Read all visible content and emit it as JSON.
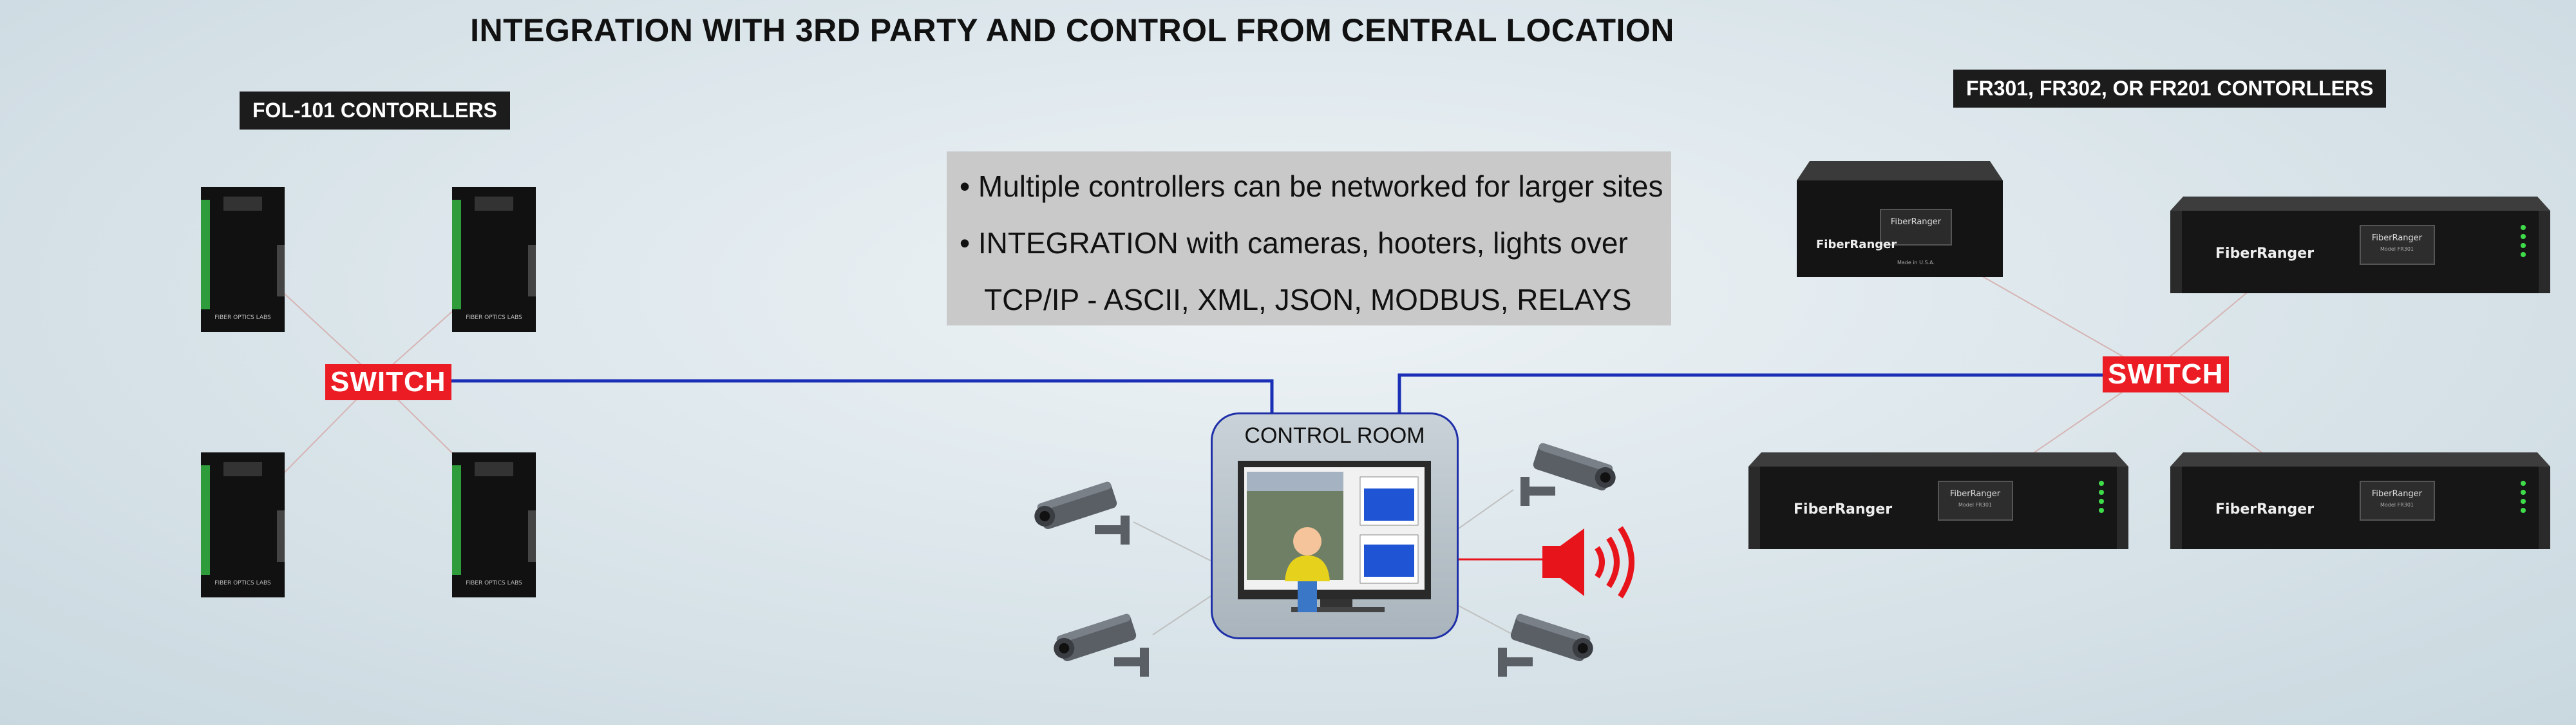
{
  "title": "INTEGRATION WITH 3RD PARTY AND CONTROL FROM CENTRAL LOCATION",
  "left_group": {
    "label": "FOL-101 CONTORLLERS",
    "switch_label": "SWITCH"
  },
  "right_group": {
    "label": "FR301, FR302, OR FR201 CONTORLLERS",
    "switch_label": "SWITCH"
  },
  "bullets": [
    {
      "line": "Multiple controllers can be networked for larger sites"
    },
    {
      "line": "INTEGRATION with cameras, hooters, lights over",
      "continuation": "TCP/IP - ASCII, XML, JSON, MODBUS, RELAYS"
    }
  ],
  "control_room": {
    "label": "CONTROL ROOM"
  },
  "device_text": {
    "fol_brand": "FIBER OPTICS LABS",
    "fr_brand": "FiberRanger",
    "fr_model": "Model FR301",
    "fr_made": "Made in U.S.A."
  },
  "colors": {
    "link_blue": "#1a2fb5",
    "switch_red": "#ec1c24",
    "speaker_red": "#e8141b",
    "camera_gray": "#5a5f66"
  }
}
